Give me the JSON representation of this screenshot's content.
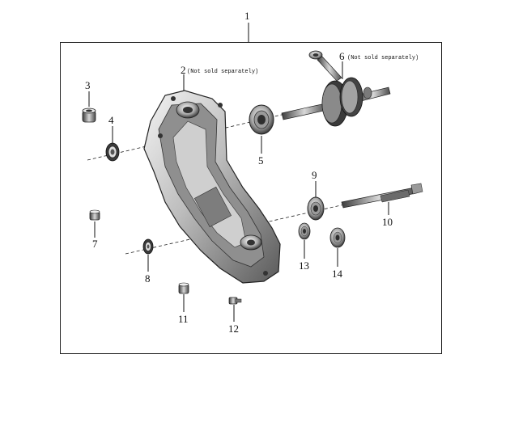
{
  "diagram": {
    "assembly_number": "1",
    "parts": [
      {
        "id": "3",
        "label": "3",
        "note": ""
      },
      {
        "id": "2",
        "label": "2",
        "note": "(Not sold separately)"
      },
      {
        "id": "6",
        "label": "6",
        "note": "(Not sold separately)"
      },
      {
        "id": "4",
        "label": "4",
        "note": ""
      },
      {
        "id": "5",
        "label": "5",
        "note": ""
      },
      {
        "id": "9",
        "label": "9",
        "note": ""
      },
      {
        "id": "10",
        "label": "10",
        "note": ""
      },
      {
        "id": "7",
        "label": "7",
        "note": ""
      },
      {
        "id": "13",
        "label": "13",
        "note": ""
      },
      {
        "id": "14",
        "label": "14",
        "note": ""
      },
      {
        "id": "8",
        "label": "8",
        "note": ""
      },
      {
        "id": "11",
        "label": "11",
        "note": ""
      },
      {
        "id": "12",
        "label": "12",
        "note": ""
      }
    ]
  }
}
